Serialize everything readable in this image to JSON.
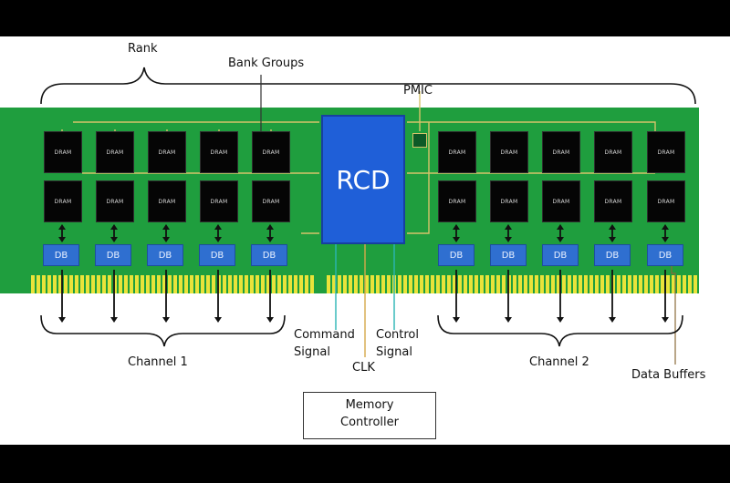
{
  "labels": {
    "rank": "Rank",
    "bank_groups": "Bank Groups",
    "pmic": "PMIC",
    "rcd": "RCD",
    "command_signal": "Command\nSignal",
    "control_signal": "Control\nSignal",
    "clk": "CLK",
    "channel_1": "Channel 1",
    "channel_2": "Channel 2",
    "data_buffers": "Data Buffers",
    "memory_controller_line1": "Memory",
    "memory_controller_line2": "Controller"
  },
  "chips": {
    "dram_label": "DRAM",
    "db_label": "DB"
  },
  "colors": {
    "pcb": "#1f9e3e",
    "gold": "#e9e33a",
    "trace": "#d6c36a",
    "rcd": "#1f5fd8",
    "db": "#2f6fd0",
    "signal": "#2bb5b5"
  }
}
